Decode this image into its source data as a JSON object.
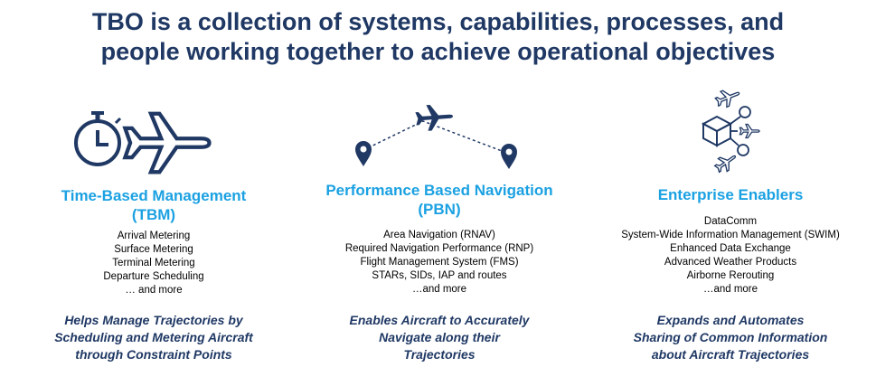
{
  "title": {
    "line1": "TBO is a collection of systems, capabilities, processes, and",
    "line2": "people working together to achieve operational objectives"
  },
  "colors": {
    "title": "#1f3864",
    "heading": "#1ba1e2",
    "icon": "#1f3864",
    "tagline": "#1f3864"
  },
  "columns": [
    {
      "heading": [
        "Time-Based Management",
        "(TBM)"
      ],
      "icon": "clock-airplane-icon",
      "items": [
        "Arrival Metering",
        "Surface Metering",
        "Terminal Metering",
        "Departure Scheduling",
        "… and more"
      ],
      "tagline": [
        "Helps Manage Trajectories by",
        "Scheduling and Metering Aircraft",
        "through Constraint Points"
      ]
    },
    {
      "heading": [
        "Performance Based Navigation",
        "(PBN)"
      ],
      "icon": "route-airplane-icon",
      "items": [
        "Area Navigation (RNAV)",
        "Required Navigation Performance (RNP)",
        "Flight Management System (FMS)",
        "STARs, SIDs, IAP and routes",
        "…and more"
      ],
      "tagline": [
        "Enables Aircraft to Accurately",
        "Navigate along their",
        "Trajectories"
      ]
    },
    {
      "heading": [
        "Enterprise Enablers"
      ],
      "icon": "network-airplanes-icon",
      "items": [
        "DataComm",
        "System-Wide Information Management (SWIM)",
        "Enhanced Data Exchange",
        "Advanced Weather Products",
        "Airborne Rerouting",
        "…and more"
      ],
      "tagline": [
        "Expands and Automates",
        "Sharing of Common Information",
        "about Aircraft Trajectories"
      ]
    }
  ]
}
